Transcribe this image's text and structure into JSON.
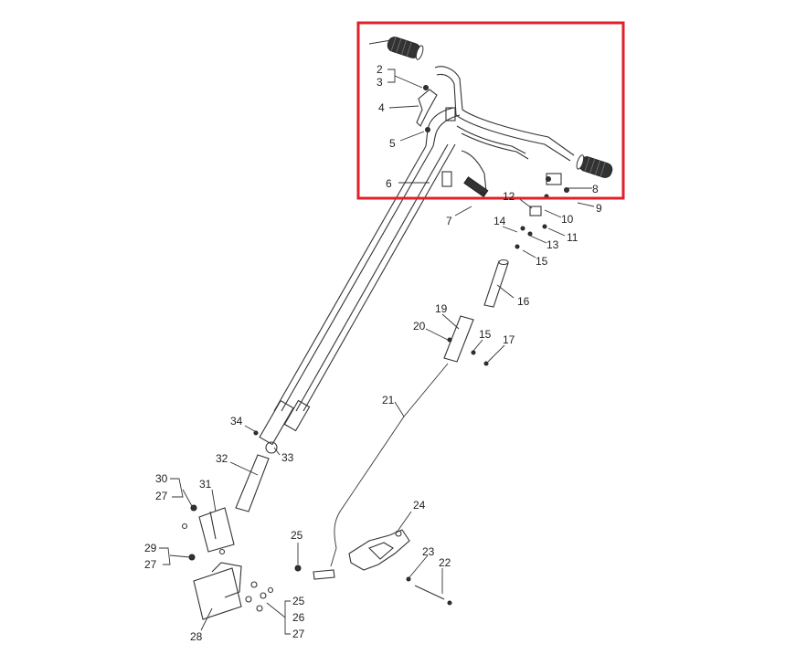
{
  "highlight": {
    "color": "#e0202a"
  },
  "callouts": {
    "c1": "2",
    "c2": "3",
    "c3": "4",
    "c4": "5",
    "c5": "6",
    "c6": "7",
    "c7": "8",
    "c8": "9",
    "c9": "10",
    "c10": "11",
    "c11": "12",
    "c12": "13",
    "c13": "14",
    "c14": "15",
    "c15": "16",
    "c16": "15",
    "c17": "17",
    "c18": "19",
    "c19": "20",
    "c20": "21",
    "c21": "24",
    "c22": "23",
    "c23": "22",
    "c24": "25",
    "c25": "34",
    "c26": "33",
    "c27": "32",
    "c28": "30",
    "c29": "27",
    "c30": "31",
    "c31": "29",
    "c32": "27",
    "c33": "28",
    "c34": "25",
    "c35": "26",
    "c36": "27"
  }
}
